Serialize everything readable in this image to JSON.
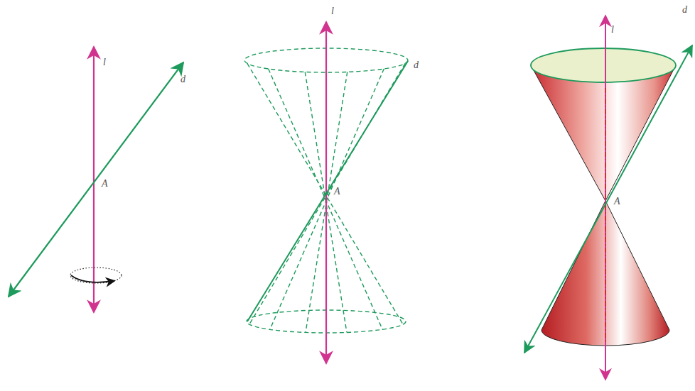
{
  "diagram": {
    "labels": [
      "l",
      "d",
      "A",
      "l",
      "d",
      "A",
      "l",
      "d",
      "A"
    ]
  }
}
